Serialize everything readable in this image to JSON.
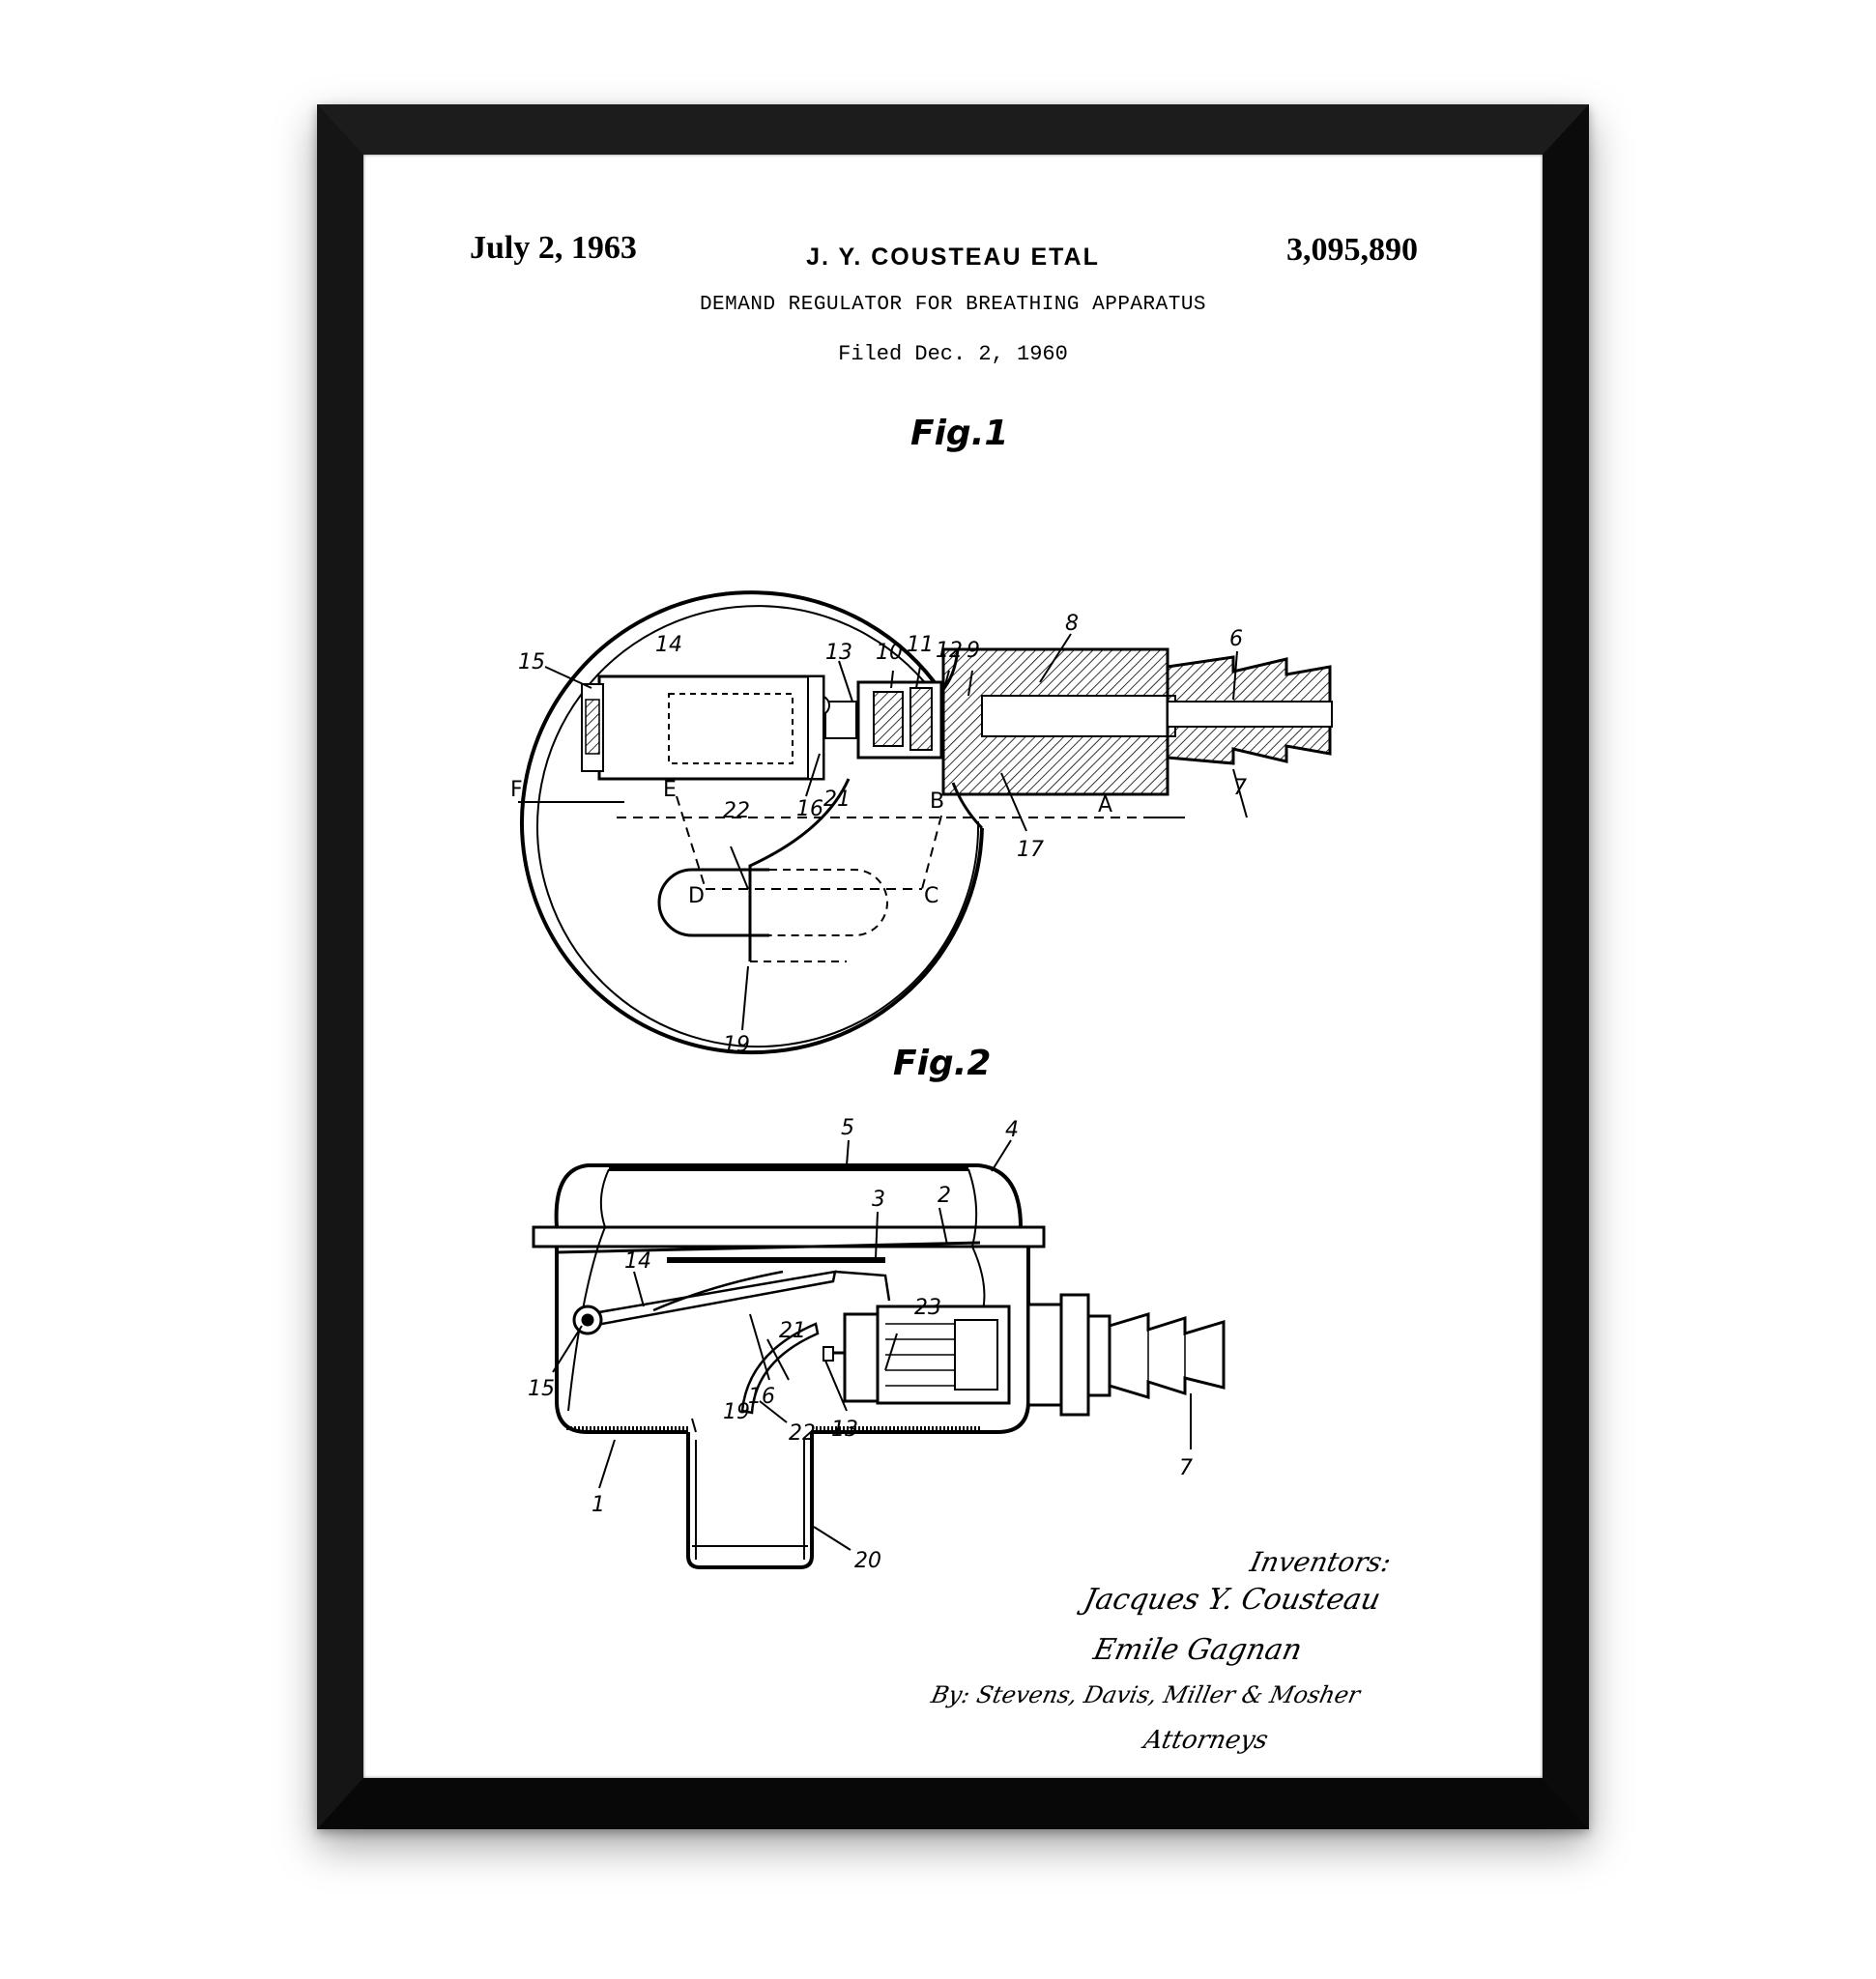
{
  "header": {
    "date": "July 2, 1963",
    "inventor": "J. Y. COUSTEAU ETAL",
    "patent_number": "3,095,890",
    "title": "DEMAND REGULATOR FOR BREATHING APPARATUS",
    "filed": "Filed Dec. 2, 1960"
  },
  "figures": {
    "fig1": {
      "label": "Fig.1",
      "callouts": {
        "n14": "14",
        "n15": "15",
        "n13": "13",
        "n10": "10",
        "n11": "11",
        "n12": "12",
        "n9": "9",
        "n8": "8",
        "n6": "6",
        "n7": "7",
        "n16": "16",
        "n17": "17",
        "n21": "21",
        "n22": "22",
        "n19": "19",
        "lF": "F",
        "lE": "E",
        "lB": "B",
        "lA": "A",
        "lD": "D",
        "lC": "C"
      }
    },
    "fig2": {
      "label": "Fig.2",
      "callouts": {
        "n5": "5",
        "n4": "4",
        "n3": "3",
        "n2": "2",
        "n14": "14",
        "n23": "23",
        "n21": "21",
        "n16": "16",
        "n15": "15",
        "n13": "13",
        "n22": "22",
        "n19": "19",
        "n1": "1",
        "n20": "20",
        "n7": "7"
      }
    }
  },
  "signature": {
    "inventors_label": "Inventors:",
    "name1": "Jacques Y. Cousteau",
    "name2": "Emile Gagnan",
    "attorneys_line": "By: Stevens, Davis, Miller & Mosher",
    "attorneys_label": "Attorneys"
  }
}
